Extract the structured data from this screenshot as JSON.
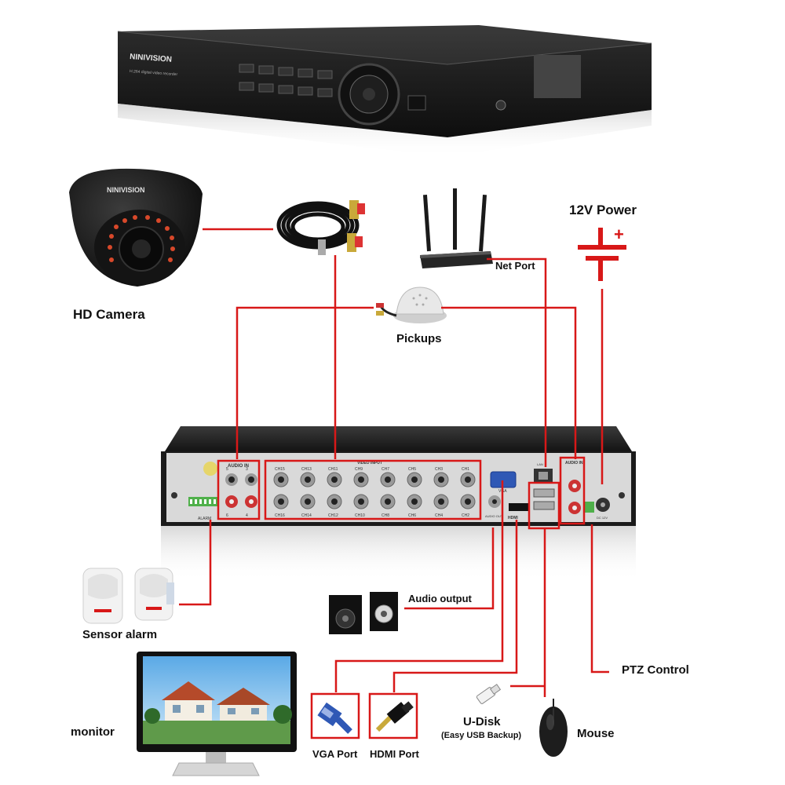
{
  "brand": "NINIVISION",
  "dvr_top": {
    "model_text": "H.264 digital video recorder",
    "buttons": [
      "",
      "",
      "",
      "",
      "",
      "",
      "",
      "",
      "",
      "",
      "",
      ""
    ]
  },
  "labels": {
    "power": "12V Power",
    "net_port": "Net Port",
    "hd_camera": "HD Camera",
    "pickups": "Pickups",
    "audio_output": "Audio output",
    "sensor_alarm": "Sensor alarm",
    "ptz_control": "PTZ Control",
    "monitor": "monitor",
    "vga_port": "VGA Port",
    "hdmi_port": "HDMI Port",
    "u_disk": "U-Disk",
    "u_disk_sub": "(Easy USB Backup)",
    "mouse": "Mouse"
  },
  "back_panel": {
    "audio_in_left": "AUDIO IN",
    "video_input": "VIDEO INPUT",
    "vga": "VGA",
    "lan": "LAN",
    "audio_in_right": "AUDIO IN",
    "audio_out": "AUDIO OUT",
    "hdmi": "HDMI",
    "alarm": "ALARM",
    "dc12v": "DC 12V",
    "audio_ch_top": [
      "5",
      "3"
    ],
    "audio_ch_bottom": [
      "6",
      "4"
    ],
    "ch_top": [
      "CH15",
      "CH13",
      "CH11",
      "CH9",
      "CH7",
      "CH5",
      "CH3",
      "CH1"
    ],
    "ch_bottom": [
      "CH16",
      "CH14",
      "CH12",
      "CH10",
      "CH8",
      "CH6",
      "CH4",
      "CH2"
    ]
  },
  "colors": {
    "wire": "#d81818",
    "dvr_body": "#232323",
    "panel": "#d9d9d9"
  },
  "icons": [
    "dvr-unit",
    "dome-camera",
    "coax-cable",
    "wifi-router",
    "power-symbol",
    "microphone-pickup",
    "speakers",
    "pir-sensor",
    "monitor",
    "vga-cable",
    "hdmi-cable",
    "usb-drive",
    "mouse"
  ]
}
